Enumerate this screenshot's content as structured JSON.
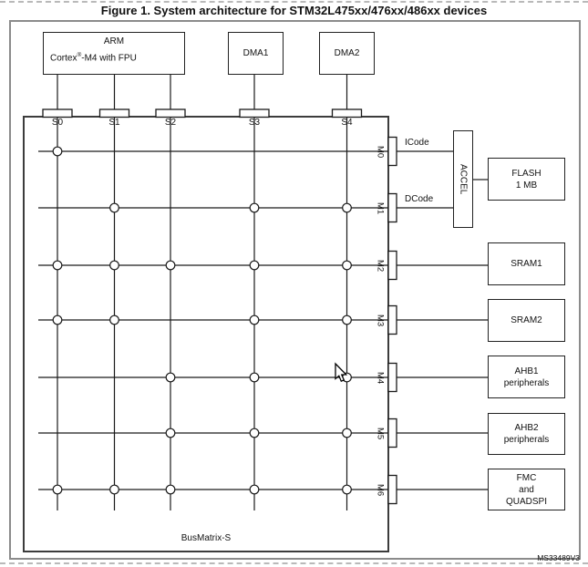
{
  "figure": {
    "title": "Figure 1. System architecture for STM32L475xx/476xx/486xx devices",
    "watermark": "MS33489V3"
  },
  "masters": {
    "cpu": {
      "name": "ARM",
      "sub_pre": "Cortex",
      "sub_reg": "®",
      "sub_post": "-M4 with FPU"
    },
    "dma1": "DMA1",
    "dma2": "DMA2"
  },
  "bus_matrix": {
    "label": "BusMatrix-S",
    "s_ports": [
      "S0",
      "S1",
      "S2",
      "S3",
      "S4"
    ],
    "m_ports": [
      "M0",
      "M1",
      "M2",
      "M3",
      "M4",
      "M5",
      "M6"
    ],
    "connections": [
      [
        0
      ],
      [
        1,
        3,
        4
      ],
      [
        0,
        1,
        2,
        3,
        4
      ],
      [
        0,
        1,
        3,
        4
      ],
      [
        2,
        3,
        4
      ],
      [
        2,
        3,
        4
      ],
      [
        0,
        1,
        2,
        3,
        4
      ]
    ]
  },
  "buses": {
    "icode": "ICode",
    "dcode": "DCode",
    "accel": "ACCEL"
  },
  "peripherals": [
    {
      "id": "flash",
      "lines": [
        "FLASH",
        "1 MB"
      ]
    },
    {
      "id": "sram1",
      "lines": [
        "SRAM1"
      ]
    },
    {
      "id": "sram2",
      "lines": [
        "SRAM2"
      ]
    },
    {
      "id": "ahb1",
      "lines": [
        "AHB1",
        "peripherals"
      ]
    },
    {
      "id": "ahb2",
      "lines": [
        "AHB2",
        "peripherals"
      ]
    },
    {
      "id": "fmc",
      "lines": [
        "FMC",
        "and",
        "QUADSPI"
      ]
    }
  ],
  "line_color": "#1a1a1a"
}
